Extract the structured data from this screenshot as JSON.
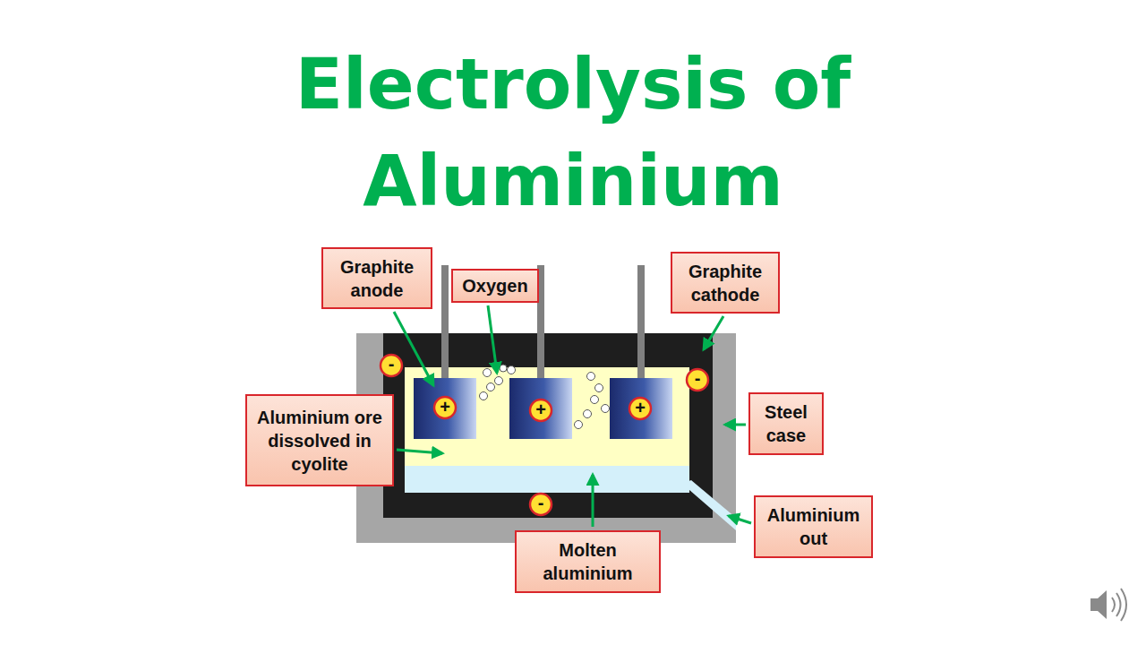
{
  "diagram": {
    "title": "Electrolysis of Aluminium",
    "nodes": [
      {
        "text": [
          "Graphite anode"
        ]
      },
      {
        "text": [
          "Oxygen"
        ]
      },
      {
        "text": [
          "Graphite cathode"
        ]
      },
      {
        "text": [
          "Aluminium ore dissolved in cyolite"
        ]
      },
      {
        "text": [
          "Steel case"
        ]
      },
      {
        "text": [
          "Aluminium out"
        ]
      },
      {
        "text": [
          "Molten aluminium"
        ]
      }
    ],
    "labels": [
      "+",
      "+",
      "+",
      "-",
      "-",
      "-"
    ]
  }
}
